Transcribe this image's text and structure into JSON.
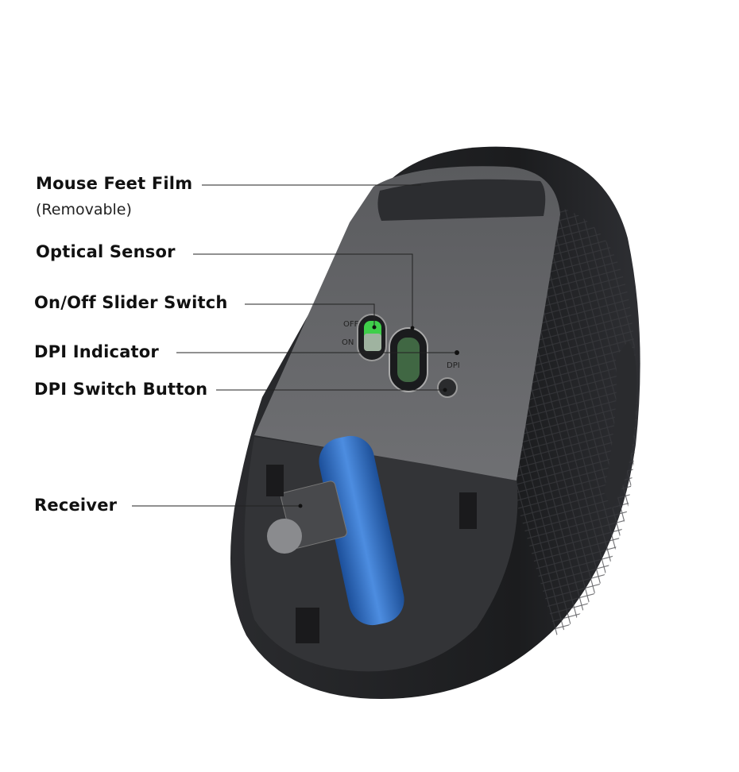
{
  "labels": {
    "feet_film": "Mouse Feet Film",
    "feet_film_note": "(Removable)",
    "optical_sensor": "Optical Sensor",
    "switch": "On/Off Slider Switch",
    "dpi_indicator": "DPI Indicator",
    "dpi_button": "DPI Switch Button",
    "receiver": "Receiver"
  },
  "device_markings": {
    "off": "OFF",
    "on": "ON",
    "dpi": "DPI"
  },
  "colors": {
    "mouse_body": "#1e1f21",
    "base_plate": "#6b6c6e",
    "receiver_blue": "#2f6fc4",
    "switch_green": "#3fcf4a"
  }
}
